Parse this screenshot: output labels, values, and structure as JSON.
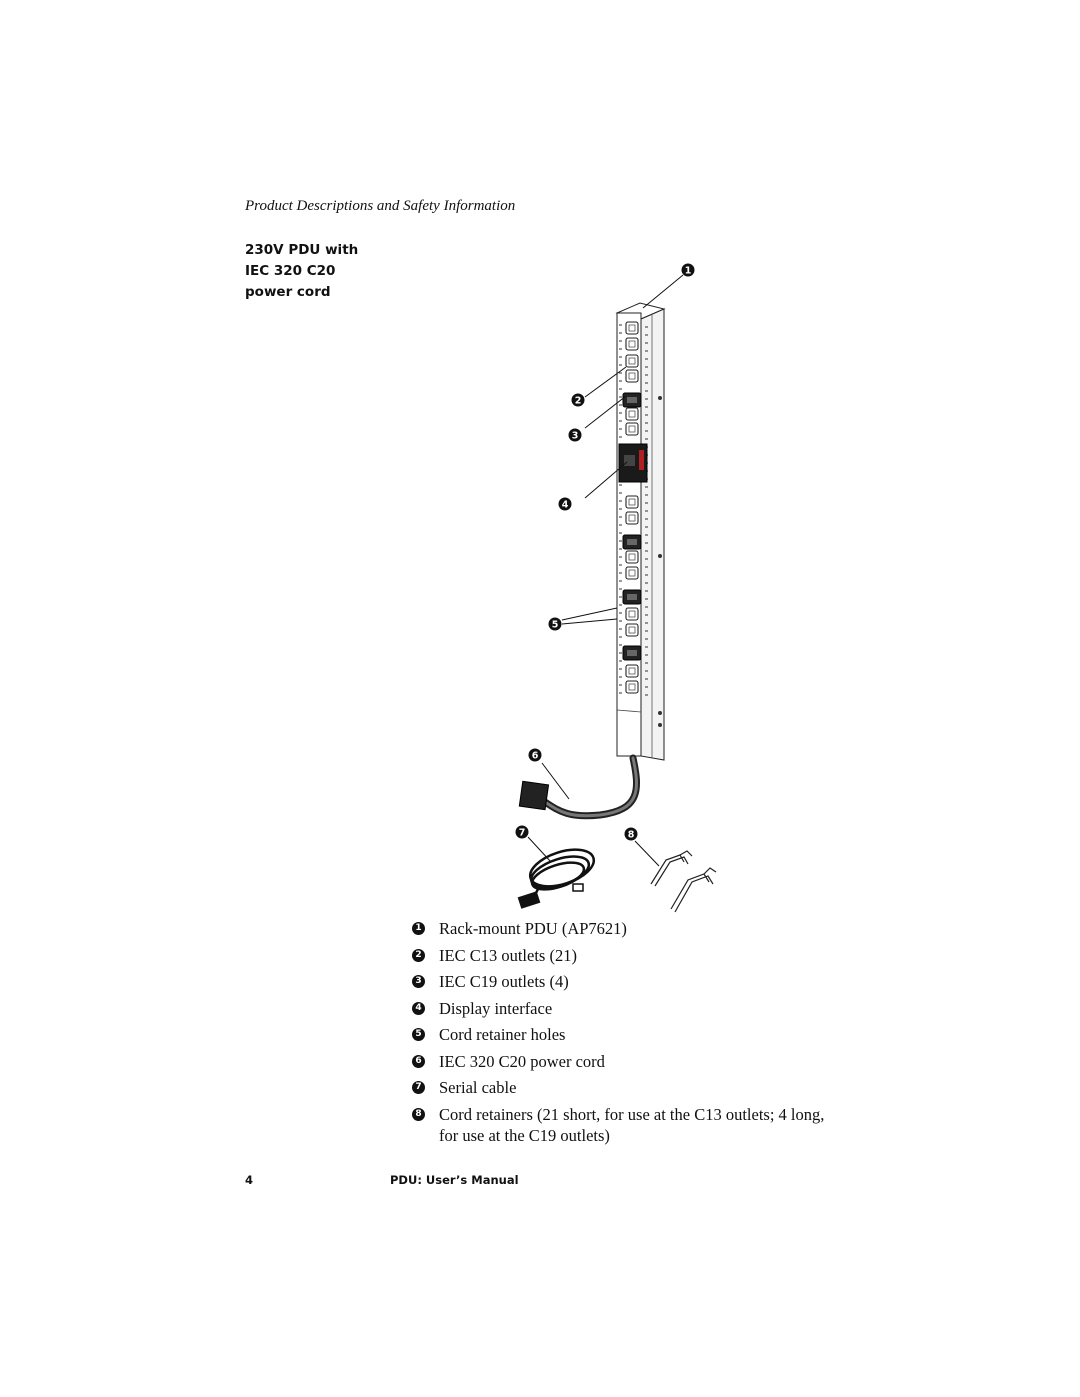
{
  "header": {
    "running_title": "Product Descriptions and Safety Information"
  },
  "side_caption": {
    "lines": [
      "230V PDU with",
      "IEC 320 C20",
      "power cord"
    ]
  },
  "figure": {
    "callouts": [
      "1",
      "2",
      "3",
      "4",
      "5",
      "6",
      "7",
      "8"
    ]
  },
  "legend": {
    "items": [
      {
        "num": "1",
        "text": "Rack-mount PDU (AP7621)"
      },
      {
        "num": "2",
        "text": "IEC C13 outlets (21)"
      },
      {
        "num": "3",
        "text": "IEC C19 outlets (4)"
      },
      {
        "num": "4",
        "text": "Display interface"
      },
      {
        "num": "5",
        "text": "Cord retainer holes"
      },
      {
        "num": "6",
        "text": "IEC 320 C20 power cord"
      },
      {
        "num": "7",
        "text": "Serial cable"
      },
      {
        "num": "8",
        "text": "Cord retainers (21 short, for use at the C13 outlets; 4 long, for use at the C19 outlets)"
      }
    ]
  },
  "footer": {
    "page_number": "4",
    "doc_title": "PDU: User’s Manual"
  }
}
